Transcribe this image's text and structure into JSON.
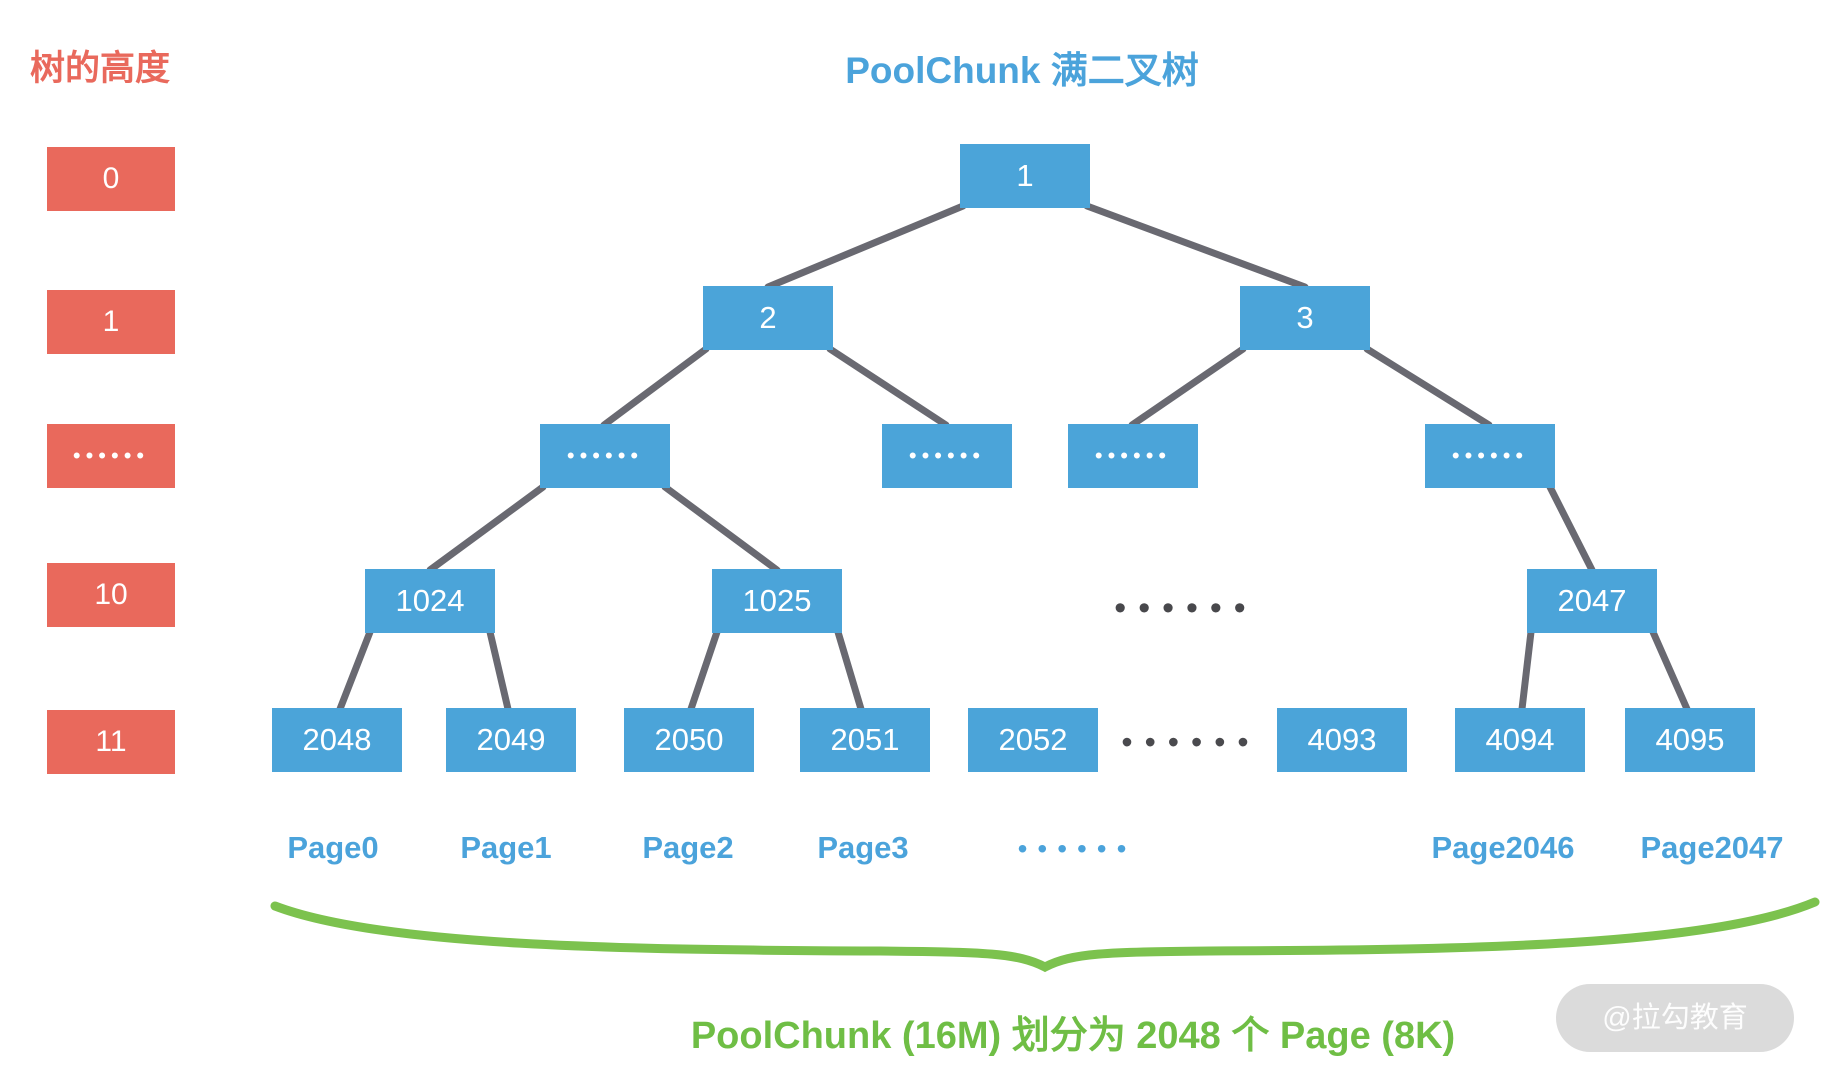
{
  "header": {
    "left_title": "树的高度",
    "main_title": "PoolChunk 满二叉树"
  },
  "height_column": [
    "0",
    "1",
    "••••••",
    "10",
    "11"
  ],
  "tree": {
    "root": "1",
    "level1": [
      "2",
      "3"
    ],
    "level2": [
      "••••••",
      "••••••",
      "••••••",
      "••••••"
    ],
    "level3": [
      "1024",
      "1025",
      "2047"
    ],
    "level3_separator": "••••••",
    "leaves": [
      "2048",
      "2049",
      "2050",
      "2051",
      "2052",
      "4093",
      "4094",
      "4095"
    ],
    "leaf_separator": "••••••"
  },
  "pages": {
    "labels": [
      "Page0",
      "Page1",
      "Page2",
      "Page3",
      "Page2046",
      "Page2047"
    ],
    "separator": "••••••"
  },
  "caption": "PoolChunk (16M) 划分为 2048 个 Page (8K)",
  "watermark": "@拉勾教育",
  "colors": {
    "node_blue": "#4BA4D9",
    "height_red": "#E9695C",
    "text_blue": "#4BA3DB",
    "edge_gray": "#696971",
    "brace_green": "#7CC24E",
    "caption_green": "#6FBE45",
    "dark_dots": "#48484C",
    "watermark_bg": "#DBDBDB"
  }
}
